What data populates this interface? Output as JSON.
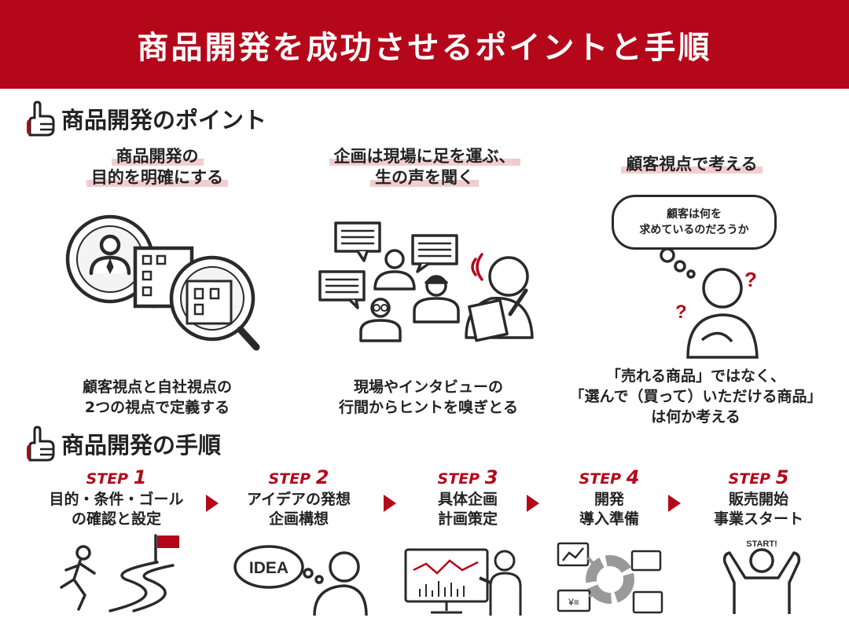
{
  "header": {
    "title": "商品開発を成功させるポイントと手順"
  },
  "section_points": {
    "title": "商品開発のポイント"
  },
  "points": [
    {
      "heading": [
        "商品開発の",
        "目的を明確にする"
      ],
      "desc": [
        "顧客視点と自社視点の",
        "2つの視点で定義する"
      ]
    },
    {
      "heading": [
        "企画は現場に足を運ぶ、",
        "生の声を聞く"
      ],
      "desc": [
        "現場やインタビューの",
        "行間からヒントを嗅ぎとる"
      ]
    },
    {
      "heading": [
        "顧客視点で考える"
      ],
      "bubble": [
        "顧客は何を",
        "求めているのだろうか"
      ],
      "desc": [
        "「売れる商品」ではなく、",
        "「選んで（買って）いただける商品」",
        "は何か考える"
      ]
    }
  ],
  "section_steps": {
    "title": "商品開発の手順"
  },
  "steps": [
    {
      "step_word": "STEP",
      "number": "1",
      "title": [
        "目的・条件・ゴール",
        "の確認と設定"
      ]
    },
    {
      "step_word": "STEP",
      "number": "2",
      "title": [
        "アイデアの発想",
        "企画構想"
      ],
      "badge": "IDEA"
    },
    {
      "step_word": "STEP",
      "number": "3",
      "title": [
        "具体企画",
        "計画策定"
      ]
    },
    {
      "step_word": "STEP",
      "number": "4",
      "title": [
        "開発",
        "導入準備"
      ]
    },
    {
      "step_word": "STEP",
      "number": "5",
      "title": [
        "販売開始",
        "事業スタート"
      ],
      "badge": "START!"
    }
  ],
  "colors": {
    "accent": "#b5071a",
    "highlight": "#f2cdd0",
    "ink": "#2a2a2a"
  }
}
